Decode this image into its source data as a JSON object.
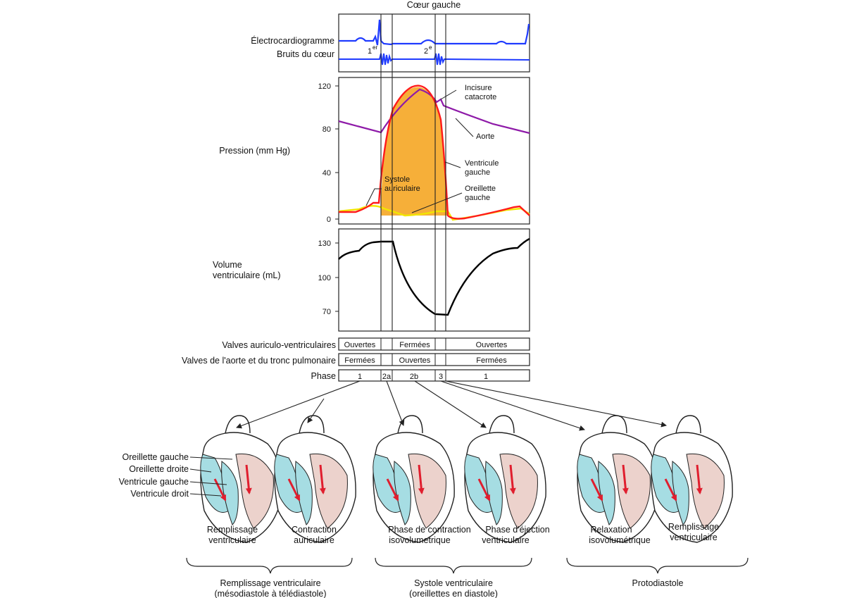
{
  "title": "Cœur gauche",
  "ecg": {
    "ecg_label": "Électrocardiogramme",
    "sounds_label": "Bruits du cœur",
    "sound1_num": "1",
    "sound1_sup": "er",
    "sound2_num": "2",
    "sound2_sup": "e"
  },
  "pressure": {
    "label": "Pression (mm Hg)",
    "ticks": [
      "120",
      "80",
      "40",
      "0"
    ],
    "annot_incisure_1": "Incisure",
    "annot_incisure_2": "catacrote",
    "annot_aorte": "Aorte",
    "annot_vg_1": "Ventricule",
    "annot_vg_2": "gauche",
    "annot_sa_1": "Systole",
    "annot_sa_2": "auriculaire",
    "annot_og_1": "Oreillette",
    "annot_og_2": "gauche"
  },
  "volume": {
    "label_1": "Volume",
    "label_2": "ventriculaire (mL)",
    "ticks": [
      "130",
      "100",
      "70"
    ]
  },
  "valves": {
    "av_label": "Valves auriculo-ventriculaires",
    "av_1": "Ouvertes",
    "av_2": "Fermées",
    "av_3": "Ouvertes",
    "sl_label": "Valves de l'aorte et du tronc pulmonaire",
    "sl_1": "Fermées",
    "sl_2": "Ouvertes",
    "sl_3": "Fermées"
  },
  "phase": {
    "label": "Phase",
    "p1": "1",
    "p2a": "2a",
    "p2b": "2b",
    "p3": "3",
    "p1b": "1"
  },
  "hearts": {
    "lbl_og": "Oreillette gauche",
    "lbl_od": "Oreillette droite",
    "lbl_vg": "Ventricule gauche",
    "lbl_vd": "Ventricule droit",
    "h1_1": "Remplissage",
    "h1_2": "ventriculaire",
    "h2_1": "Contraction",
    "h2_2": "auriculaire",
    "h3_1": "Phase de contraction",
    "h3_2": "isovolumetrique",
    "h4_1": "Phase d'éjection",
    "h4_2": "ventriculaire",
    "h5_1": "Relaxation",
    "h5_2": "isovolumétrique",
    "h6_1": "Remplissage",
    "h6_2": "ventriculaire"
  },
  "groups": {
    "g1_1": "Remplissage ventriculaire",
    "g1_2": "(mésodiastole à télédiastole)",
    "g2_1": "Systole ventriculaire",
    "g2_2": "(oreillettes en diastole)",
    "g3": "Protodiastole"
  },
  "colors": {
    "ecg": "#1f3bff",
    "ventricle": "#ff1a1a",
    "ventricle_fill": "#f5a623",
    "atrium": "#f2e600",
    "aorta": "#8e1aa8",
    "volume": "#000000",
    "blood_blue": "#a6dde3",
    "blood_red": "#ecd2cc",
    "arrow_red": "#e01e2e"
  }
}
